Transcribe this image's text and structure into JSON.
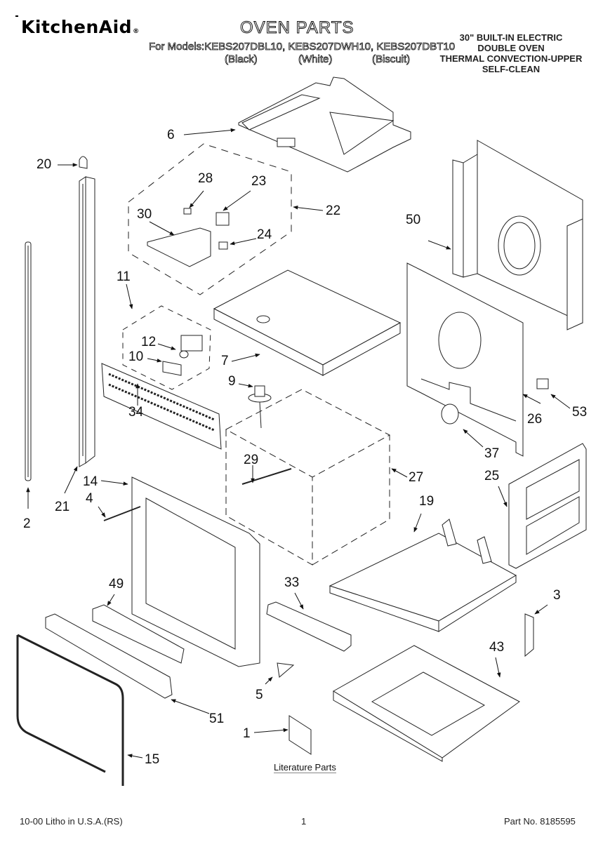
{
  "header": {
    "brand": "KitchenAid",
    "brand_mark": "®",
    "title": "OVEN PARTS",
    "models_prefix": "For Models:",
    "models": "KEBS207DBL10, KEBS207DWH10, KEBS207DBT10",
    "model_colors": [
      "(Black)",
      "(White)",
      "(Biscuit)"
    ],
    "spec_lines": [
      "30\" BUILT-IN ELECTRIC",
      "DOUBLE OVEN",
      "THERMAL CONVECTION-UPPER",
      "SELF-CLEAN"
    ]
  },
  "callouts": {
    "c1": "1",
    "c2": "2",
    "c3": "3",
    "c4": "4",
    "c5": "5",
    "c6": "6",
    "c7": "7",
    "c9": "9",
    "c10": "10",
    "c11": "11",
    "c12": "12",
    "c14": "14",
    "c15": "15",
    "c19": "19",
    "c20": "20",
    "c21": "21",
    "c22": "22",
    "c23": "23",
    "c24": "24",
    "c25": "25",
    "c26": "26",
    "c27": "27",
    "c28": "28",
    "c29": "29",
    "c30": "30",
    "c33": "33",
    "c34": "34",
    "c37": "37",
    "c43": "43",
    "c49": "49",
    "c50": "50",
    "c51": "51",
    "c53": "53"
  },
  "literature_label": "Literature Parts",
  "footer": {
    "left": "10-00 Litho in U.S.A.(RS)",
    "page": "1",
    "part_no": "Part No. 8185595"
  }
}
